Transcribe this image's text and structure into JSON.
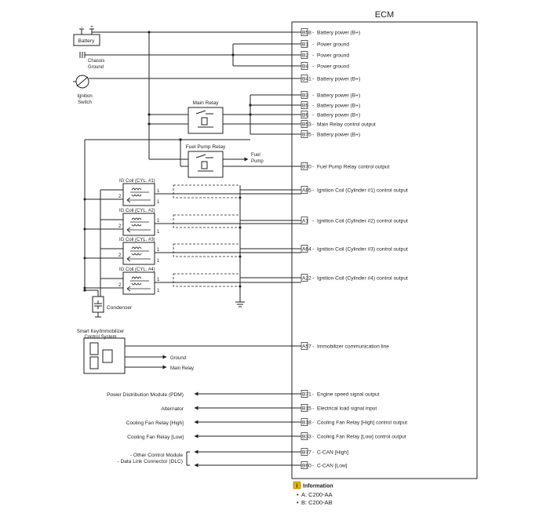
{
  "ecm": {
    "title": "ECM",
    "pins": [
      {
        "id": "B58",
        "desc": "Battery power (B+)"
      },
      {
        "id": "B1",
        "desc": "Power ground"
      },
      {
        "id": "B2",
        "desc": "Power ground"
      },
      {
        "id": "B4",
        "desc": "Power ground"
      },
      {
        "id": "B41",
        "desc": "Battery power (B+)"
      },
      {
        "id": "B3",
        "desc": "Battery power (B+)"
      },
      {
        "id": "B5",
        "desc": "Battery power (B+)"
      },
      {
        "id": "B6",
        "desc": "Battery power (B+)"
      },
      {
        "id": "B53",
        "desc": "Main Relay control output"
      },
      {
        "id": "B75",
        "desc": "Battery power (B+)"
      },
      {
        "id": "B70",
        "desc": "Fuel Pump Relay control output"
      },
      {
        "id": "A85",
        "desc": "Ignition Coil (Cylinder #1) control output"
      },
      {
        "id": "A1",
        "desc": "Ignition Coil (Cylinder #2) control output"
      },
      {
        "id": "A64",
        "desc": "Ignition Coil (Cylinder #3) control output"
      },
      {
        "id": "A22",
        "desc": "Ignition Coil (Cylinder #4) control output"
      },
      {
        "id": "A57",
        "desc": "Immobilizer communication line"
      },
      {
        "id": "B71",
        "desc": "Engine speed signal output"
      },
      {
        "id": "B15",
        "desc": "Electrical load signal input"
      },
      {
        "id": "B18",
        "desc": "Cooling Fan Relay [High] control output"
      },
      {
        "id": "B33",
        "desc": "Cooling Fan Relay [Low] control output"
      },
      {
        "id": "B77",
        "desc": "C-CAN [High]"
      },
      {
        "id": "B60",
        "desc": "C-CAN [Low]"
      }
    ]
  },
  "components": {
    "battery": "Battery",
    "battery_minus": "-",
    "battery_plus": "+",
    "chassis_ground_1": "Chassis",
    "chassis_ground_2": "Ground",
    "ignition_switch_1": "Ignition",
    "ignition_switch_2": "Switch",
    "main_relay": "Main Relay",
    "fuel_pump_relay": "Fuel Pump Relay",
    "fuel_pump_1": "Fuel",
    "fuel_pump_2": "Pump",
    "ig_coils": [
      "IG Coil (CYL. #1)",
      "IG Coil (CYL. #2)",
      "IG Coil (CYL. #3)",
      "IG Coil (CYL. #4)"
    ],
    "coil_pin_2": "2",
    "coil_pin_1": "1",
    "condenser": "Condenser",
    "smart_key_1": "Smart Key/Immobilizer",
    "smart_key_2": "Control System",
    "smart_key_ground": "Ground",
    "smart_key_main_relay": "Main Relay"
  },
  "external": {
    "pdm": "Power Distribution Module (PDM)",
    "alternator": "Alternator",
    "fan_high": "Cooling Fan Relay [High]",
    "fan_low": "Cooling Fan Relay [Low]",
    "other_1": "- Other Control Module",
    "other_2": "- Data Link Connector (DLC)"
  },
  "information": {
    "title": "Information",
    "items": [
      "A: C200-AA",
      "B: C200-AB"
    ]
  }
}
